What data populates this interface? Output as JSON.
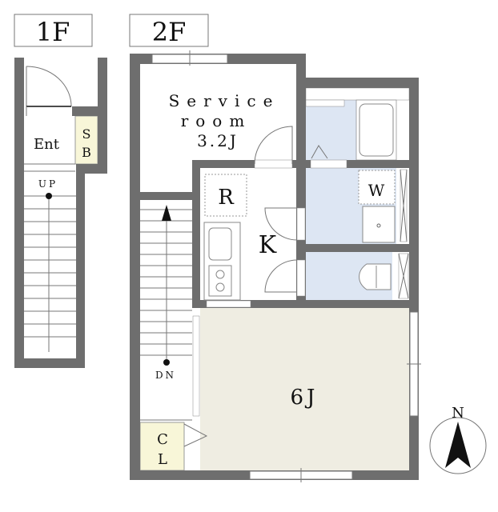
{
  "floors": {
    "first": "1F",
    "second": "2F"
  },
  "first_floor": {
    "entrance": "Ent",
    "shoe_box_line1": "S",
    "shoe_box_line2": "B",
    "stairs": "UP"
  },
  "second_floor": {
    "service_room_line1": "Service",
    "service_room_line2": "room",
    "service_room_size": "3.2J",
    "refrigerator": "R",
    "kitchen": "K",
    "washer": "W",
    "main_room": "6J",
    "closet_line1": "C",
    "closet_line2": "L",
    "stairs": "DN"
  },
  "compass": {
    "label": "N"
  },
  "colors": {
    "wall": "#6e6e6e",
    "wet_area": "#dde6f3",
    "main_room": "#efede2",
    "storage": "#f8f6d8"
  }
}
